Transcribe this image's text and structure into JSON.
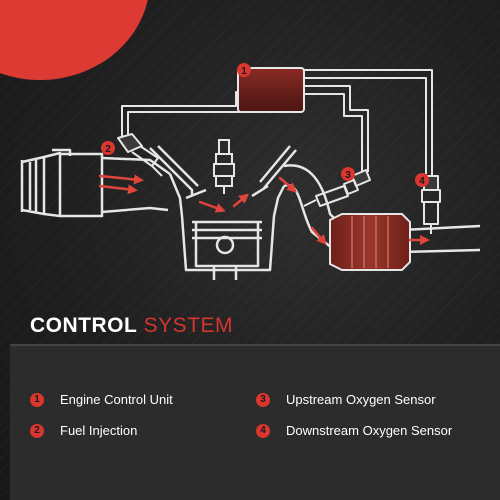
{
  "title": {
    "part1": "CONTROL",
    "part2": "SYSTEM"
  },
  "legend": [
    {
      "number": "1",
      "label": "Engine Control Unit"
    },
    {
      "number": "2",
      "label": "Fuel Injection"
    },
    {
      "number": "3",
      "label": "Upstream Oxygen Sensor"
    },
    {
      "number": "4",
      "label": "Downstream Oxygen Sensor"
    }
  ],
  "markers": [
    "1",
    "2",
    "3",
    "4"
  ],
  "colors": {
    "accent": "#dc3a33",
    "line": "#e8e8e8",
    "background": "#232323",
    "panel": "#2c2c2c"
  }
}
